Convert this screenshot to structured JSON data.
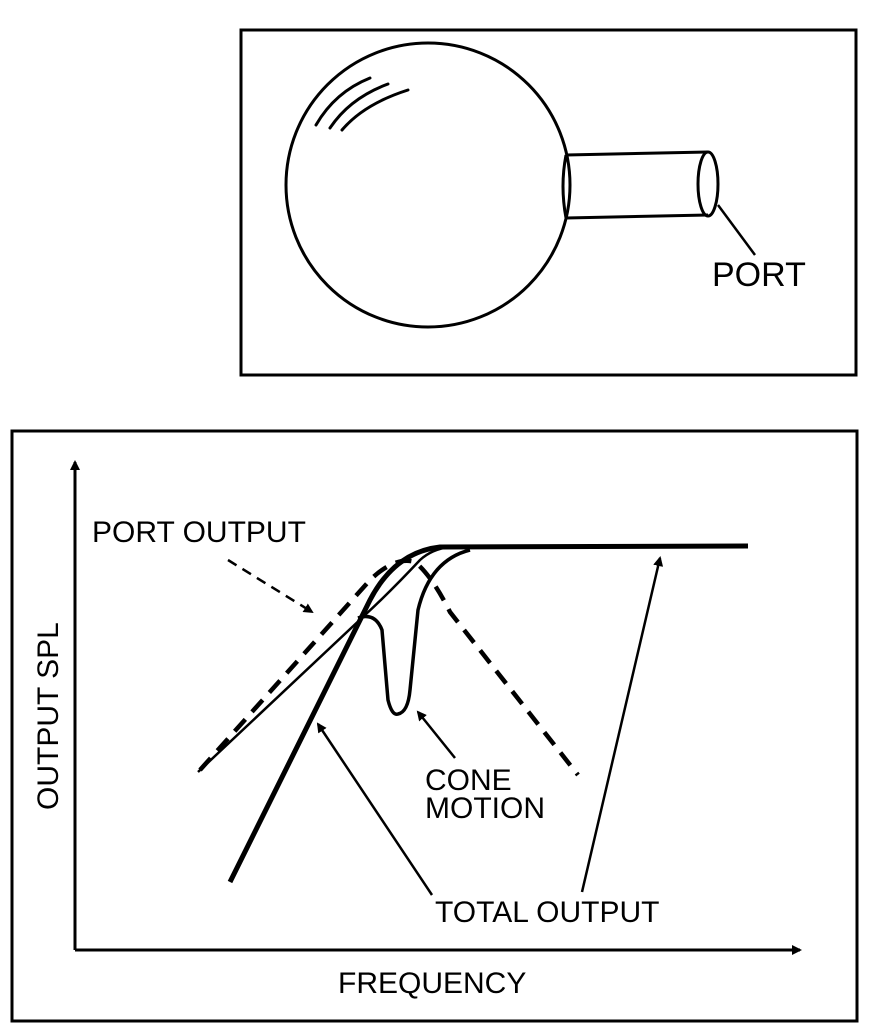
{
  "top_panel": {
    "port_label": "PORT"
  },
  "bottom_panel": {
    "port_output_label": "PORT OUTPUT",
    "cone_motion_line1": "CONE",
    "cone_motion_line2": "MOTION",
    "total_output_label": "TOTAL OUTPUT",
    "x_axis_label": "FREQUENCY",
    "y_axis_label": "OUTPUT SPL"
  }
}
